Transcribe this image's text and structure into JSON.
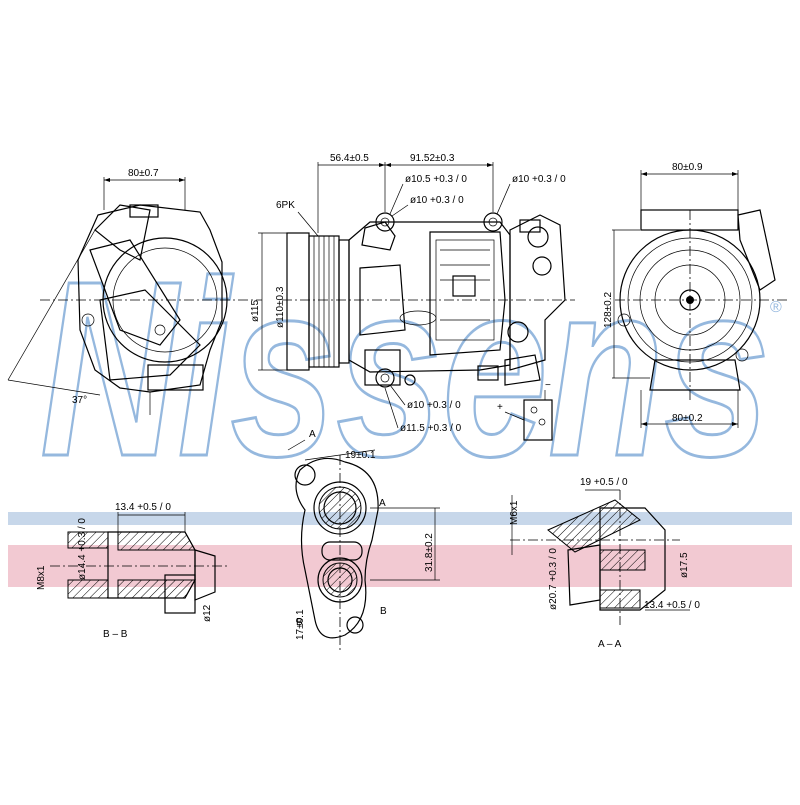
{
  "watermark": {
    "brand": "Nissens",
    "registered": "®",
    "color_blue": "#3f7fc4",
    "color_pink": "#e8a0ae"
  },
  "labels": {
    "left_width": "80±0.7",
    "left_angle": "37°",
    "pulley_type": "6PK",
    "d115": "ø115",
    "d110": "ø110±0.3",
    "dim_564": "56.4±0.5",
    "dim_9152": "91.52±0.3",
    "hole1": "ø10.5 +0.3 / 0",
    "hole2": "ø10 +0.3 / 0",
    "hole3": "ø10 +0.3 / 0",
    "hole4": "ø10 +0.3 / 0",
    "hole5": "ø11.5 +0.3 / 0",
    "right_top": "80±0.9",
    "right_height": "128±0.2",
    "right_bottom": "80±0.2",
    "connector_plus": "+",
    "connector_minus": "−",
    "bb_dim1": "13.4 +0.5 / 0",
    "bb_dim2": "ø14.4 +0.3 / 0",
    "bb_thread": "M8x1",
    "bb_d12": "ø12",
    "bb_title": "B – B",
    "plate_A": "A",
    "plate_A2": "A",
    "plate_B": "B",
    "plate_B2": "B",
    "plate_19": "19±0.1",
    "plate_318": "31.8±0.2",
    "plate_17": "17±0.1",
    "aa_dim1": "19 +0.5 / 0",
    "aa_thread": "M6x1",
    "aa_d20": "ø20.7 +0.3 / 0",
    "aa_d175": "ø17.5",
    "aa_dim2": "13.4 +0.5 / 0",
    "aa_title": "A – A"
  }
}
